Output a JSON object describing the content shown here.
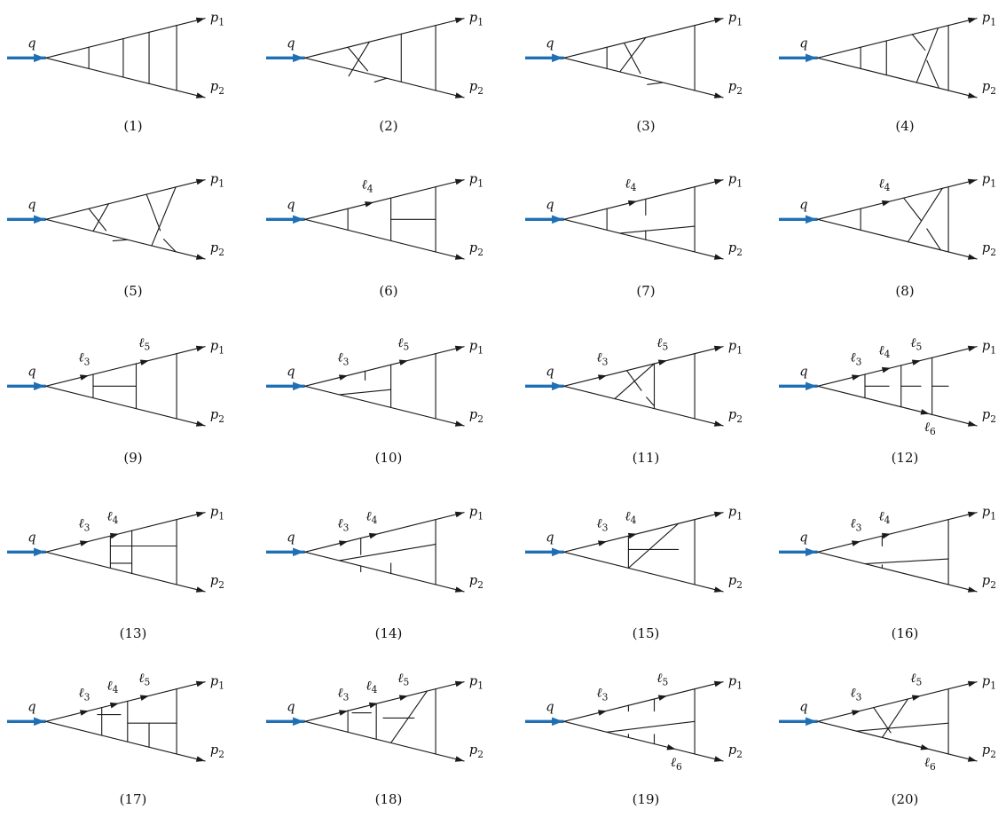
{
  "labels": {
    "q": "q",
    "p1": [
      "p",
      "1"
    ],
    "p2": [
      "p",
      "2"
    ],
    "l3": [
      "ℓ",
      "3"
    ],
    "l4": [
      "ℓ",
      "4"
    ],
    "l5": [
      "ℓ",
      "5"
    ],
    "l6": [
      "ℓ",
      "6"
    ]
  },
  "colors": {
    "line": "#1a1a1a",
    "incoming": "#1f6fb5"
  },
  "diagrams": [
    {
      "caption": "(1)",
      "momenta": []
    },
    {
      "caption": "(2)",
      "momenta": []
    },
    {
      "caption": "(3)",
      "momenta": []
    },
    {
      "caption": "(4)",
      "momenta": []
    },
    {
      "caption": "(5)",
      "momenta": []
    },
    {
      "caption": "(6)",
      "momenta": [
        "l4"
      ]
    },
    {
      "caption": "(7)",
      "momenta": [
        "l4"
      ]
    },
    {
      "caption": "(8)",
      "momenta": [
        "l4"
      ]
    },
    {
      "caption": "(9)",
      "momenta": [
        "l3",
        "l5"
      ]
    },
    {
      "caption": "(10)",
      "momenta": [
        "l3",
        "l5"
      ]
    },
    {
      "caption": "(11)",
      "momenta": [
        "l3",
        "l5"
      ]
    },
    {
      "caption": "(12)",
      "momenta": [
        "l3",
        "l4",
        "l5",
        "l6"
      ]
    },
    {
      "caption": "(13)",
      "momenta": [
        "l3",
        "l4"
      ]
    },
    {
      "caption": "(14)",
      "momenta": [
        "l3",
        "l4"
      ]
    },
    {
      "caption": "(15)",
      "momenta": [
        "l3",
        "l4"
      ]
    },
    {
      "caption": "(16)",
      "momenta": [
        "l3",
        "l4"
      ]
    },
    {
      "caption": "(17)",
      "momenta": [
        "l3",
        "l4",
        "l5"
      ]
    },
    {
      "caption": "(18)",
      "momenta": [
        "l3",
        "l4",
        "l5"
      ]
    },
    {
      "caption": "(19)",
      "momenta": [
        "l3",
        "l5",
        "l6"
      ]
    },
    {
      "caption": "(20)",
      "momenta": [
        "l3",
        "l5",
        "l6"
      ]
    }
  ]
}
